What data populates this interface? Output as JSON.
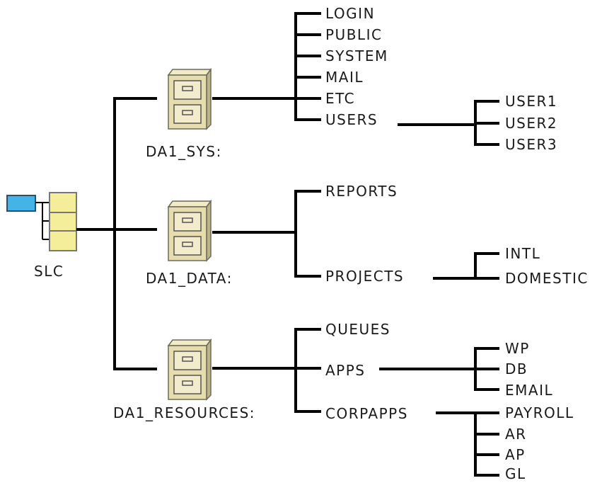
{
  "root": {
    "label": "SLC"
  },
  "volumes": [
    {
      "label": "DA1_SYS:",
      "children": [
        {
          "label": "LOGIN"
        },
        {
          "label": "PUBLIC"
        },
        {
          "label": "SYSTEM"
        },
        {
          "label": "MAIL"
        },
        {
          "label": "ETC"
        },
        {
          "label": "USERS",
          "children": [
            "USER1",
            "USER2",
            "USER3"
          ]
        }
      ]
    },
    {
      "label": "DA1_DATA:",
      "children": [
        {
          "label": "REPORTS"
        },
        {
          "label": "PROJECTS",
          "children": [
            "INTL",
            "DOMESTIC"
          ]
        }
      ]
    },
    {
      "label": "DA1_RESOURCES:",
      "children": [
        {
          "label": "QUEUES"
        },
        {
          "label": "APPS",
          "children": [
            "WP",
            "DB",
            "EMAIL"
          ]
        },
        {
          "label": "CORPAPPS",
          "children": [
            "PAYROLL",
            "AR",
            "AP",
            "GL"
          ]
        }
      ]
    }
  ],
  "colors": {
    "line": "#000000",
    "drawer_fill": "#e6dcae",
    "drawer_stroke": "#6b6b5a",
    "server_fill": "#f4ee9a",
    "monitor_fill": "#44b4e8",
    "text": "#1a1a1a"
  },
  "icons": {
    "root": "server-icon",
    "volume": "file-cabinet-icon"
  }
}
